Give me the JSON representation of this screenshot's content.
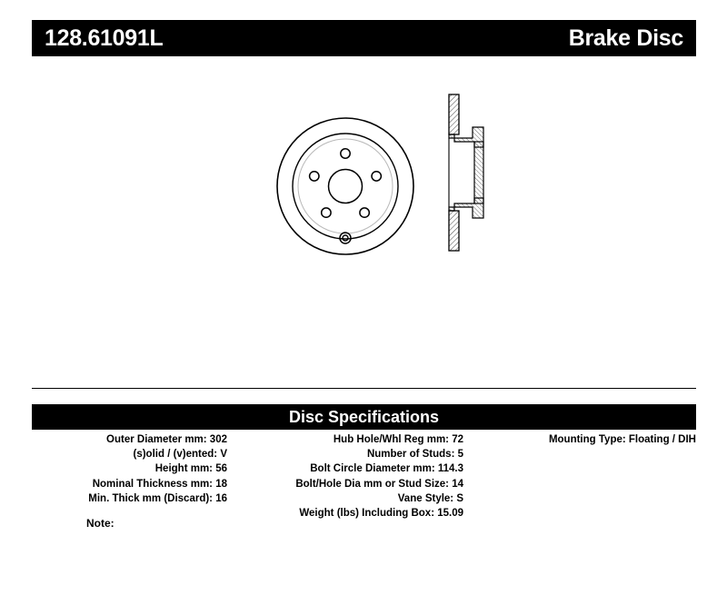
{
  "header": {
    "part_number": "128.61091L",
    "product_type": "Brake Disc"
  },
  "drawing": {
    "front_view_name": "brake-disc-front-view",
    "side_view_name": "brake-disc-cross-section-view"
  },
  "specifications": {
    "section_title": "Disc Specifications",
    "columns": [
      {
        "rows": [
          "Outer Diameter mm: 302",
          "(s)olid / (v)ented: V",
          "Height mm: 56",
          "Nominal Thickness mm: 18",
          "Min. Thick mm (Discard): 16"
        ]
      },
      {
        "rows": [
          "Hub Hole/Whl Reg mm: 72",
          "Number of Studs: 5",
          "Bolt Circle Diameter mm: 114.3",
          "Bolt/Hole Dia mm or Stud Size: 14",
          "Vane Style: S",
          "Weight (lbs) Including Box: 15.09"
        ]
      },
      {
        "rows": [
          "Mounting Type: Floating / DIH"
        ]
      }
    ]
  },
  "note": {
    "label": "Note:",
    "value": ""
  },
  "colors": {
    "bar_background": "#000000",
    "bar_text": "#ffffff",
    "page_background": "#ffffff",
    "line": "#000000"
  }
}
